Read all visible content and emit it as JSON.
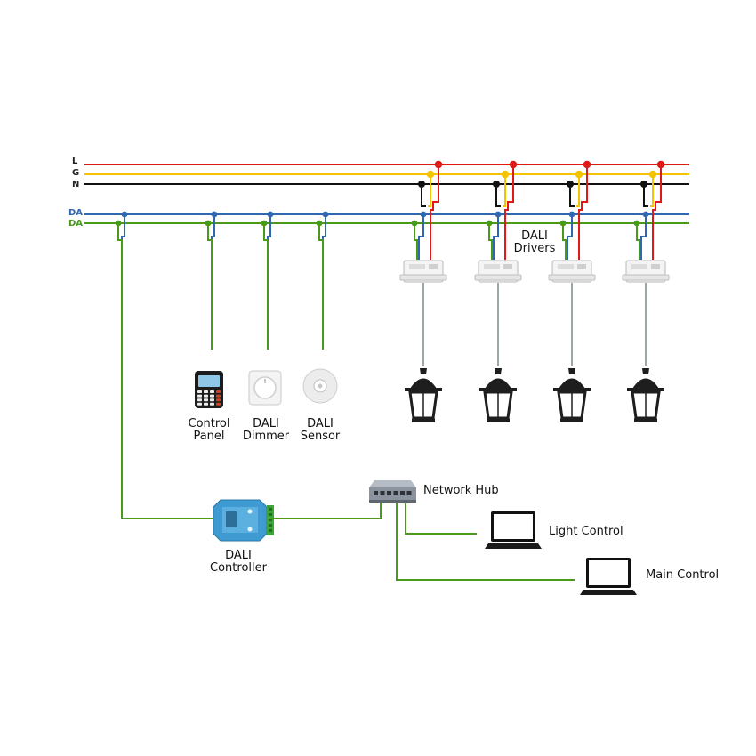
{
  "rails": {
    "line": "L",
    "ground": "G",
    "neutral": "N",
    "dali_1": "DA",
    "dali_2": "DA"
  },
  "labels": {
    "control_panel": [
      "Control",
      "Panel"
    ],
    "dali_dimmer": [
      "DALI",
      "Dimmer"
    ],
    "dali_sensor": [
      "DALI",
      "Sensor"
    ],
    "dali_drivers": [
      "DALI",
      "Drivers"
    ],
    "dali_controller": [
      "DALI",
      "Controller"
    ],
    "network_hub": "Network Hub",
    "light_control": "Light Control",
    "main_control": "Main Control"
  },
  "colors": {
    "line": "#e01818",
    "ground": "#f5c400",
    "neutral": "#111111",
    "dali_a": "#2f68b0",
    "dali_b": "#4a9a1a",
    "lamp_wire": "#9aa8a8",
    "lamp": "#1e1e1e",
    "controller": "#3e9ad0"
  },
  "icons": {
    "control_panel": "control-panel-keypad-icon",
    "dali_dimmer": "rotary-dimmer-icon",
    "dali_sensor": "ceiling-sensor-icon",
    "dali_driver": "led-driver-icon",
    "lamp": "lantern-lamp-icon",
    "controller": "din-rail-controller-icon",
    "hub": "network-switch-icon",
    "laptop": "laptop-icon"
  }
}
